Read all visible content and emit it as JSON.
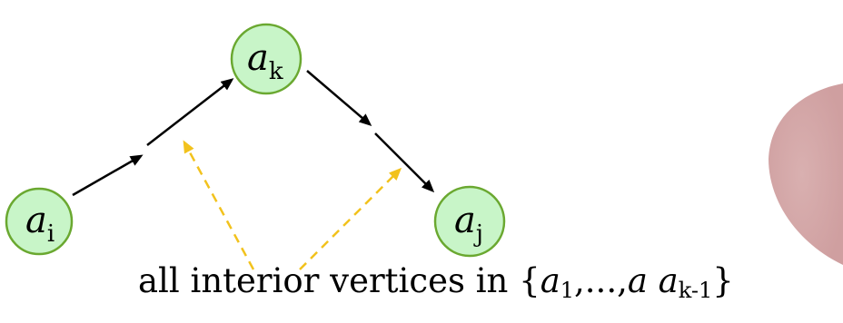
{
  "diagram": {
    "nodes": [
      {
        "id": "ai",
        "main": "a",
        "sub": "i"
      },
      {
        "id": "ak",
        "main": "a",
        "sub": "k"
      },
      {
        "id": "aj",
        "main": "a",
        "sub": "j"
      }
    ],
    "caption": {
      "prefix": "all interior vertices in {",
      "a1": "a",
      "a1_sub": "1",
      "middle": ",...,",
      "extra": "a",
      "ak1": "a",
      "ak1_sub": "k-1",
      "suffix": "}"
    },
    "colors": {
      "node_fill": "#c8f5c8",
      "node_stroke": "#6aa830",
      "dashed": "#f2c21d",
      "blob": "#d8aaaa"
    }
  }
}
